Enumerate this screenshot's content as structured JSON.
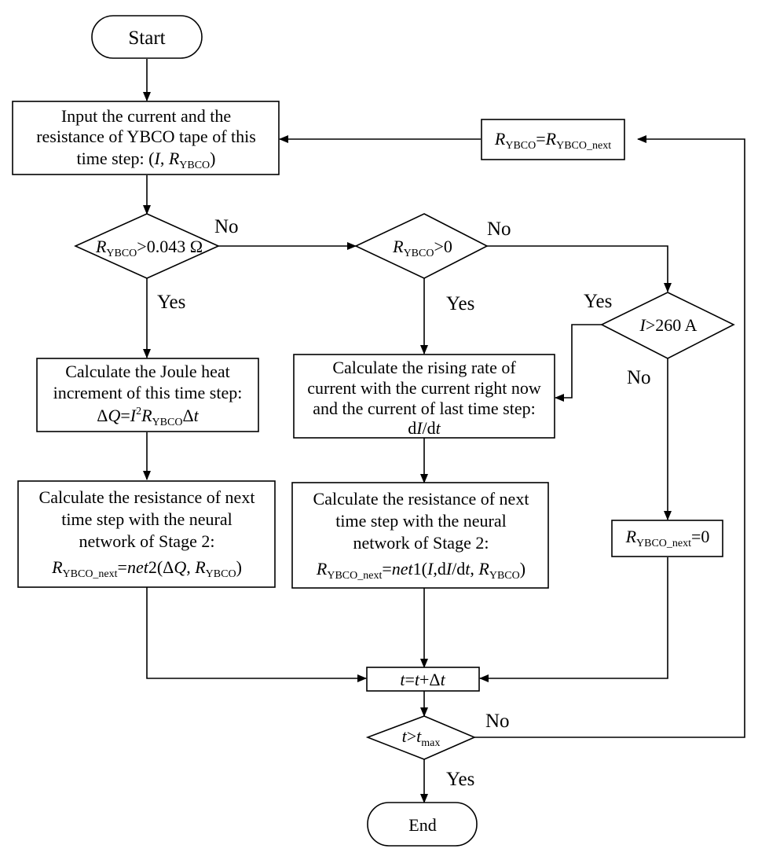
{
  "nodes": {
    "start": {
      "label": "Start"
    },
    "end": {
      "label": "End"
    },
    "input": {
      "line1": "Input the current and the",
      "line2": "resistance of YBCO tape of this",
      "line3_prefix": "time step: (",
      "var_i": "I",
      "sep": ", ",
      "var_r": "R",
      "sub_ybco": "YBCO",
      "close": ")"
    },
    "update_r": {
      "var_r": "R",
      "sub_ybco": "YBCO",
      "eq": "=",
      "sub_next": "YBCO_next"
    },
    "decision_r_high": {
      "var_r": "R",
      "sub_ybco": "YBCO",
      "cond": ">0.043 Ω"
    },
    "decision_r_pos": {
      "var_r": "R",
      "sub_ybco": "YBCO",
      "cond": ">0"
    },
    "decision_i": {
      "var_i": "I",
      "cond": ">260 A"
    },
    "joule": {
      "line1": "Calculate the Joule heat",
      "line2": "increment of this time step:",
      "delta": "Δ",
      "q": "Q",
      "eq": "=",
      "i": "I",
      "sq": "2",
      "r": "R",
      "sub_ybco": "YBCO",
      "dt_delta": "Δ",
      "t": "t"
    },
    "rising": {
      "line1": "Calculate the rising rate of",
      "line2": "current with the current right now",
      "line3": "and the current of last time step:",
      "d1": "d",
      "i": "I",
      "slash": "/d",
      "t": "t"
    },
    "net2_box": {
      "line1": "Calculate the resistance of next",
      "line2": "time step with the neural",
      "line3": "network of Stage 2:",
      "r": "R",
      "sub_next": "YBCO_next",
      "eq": "=",
      "net": "net",
      "netnum": "2",
      "args_open": "(Δ",
      "q": "Q",
      "sep": ", ",
      "r2": "R",
      "sub_ybco": "YBCO",
      "close": ")"
    },
    "net1_box": {
      "line1": "Calculate the resistance of next",
      "line2": "time step with the neural",
      "line3": "network of Stage 2:",
      "r": "R",
      "sub_next": "YBCO_next",
      "eq": "=",
      "net": "net",
      "netnum": "1",
      "open": "(",
      "i": "I",
      "comma_d": ",d",
      "i2": "I",
      "slash": "/d",
      "t": "t",
      "sep": ", ",
      "r2": "R",
      "sub_ybco": "YBCO",
      "close": ")"
    },
    "zero_box": {
      "r": "R",
      "sub_next": "YBCO_next",
      "val": "=0"
    },
    "time_inc": {
      "t1": "t",
      "eq": "=",
      "t2": "t",
      "plus": "+",
      "delta": "Δ",
      "t3": "t"
    },
    "time_check": {
      "t1": "t",
      "gt": ">",
      "t2": "t",
      "sub_max": "max"
    }
  },
  "edge_labels": {
    "no_r_high": "No",
    "yes_r_high": "Yes",
    "no_r_pos": "No",
    "yes_r_pos": "Yes",
    "yes_i": "Yes",
    "no_i": "No",
    "no_time": "No",
    "yes_time": "Yes"
  }
}
